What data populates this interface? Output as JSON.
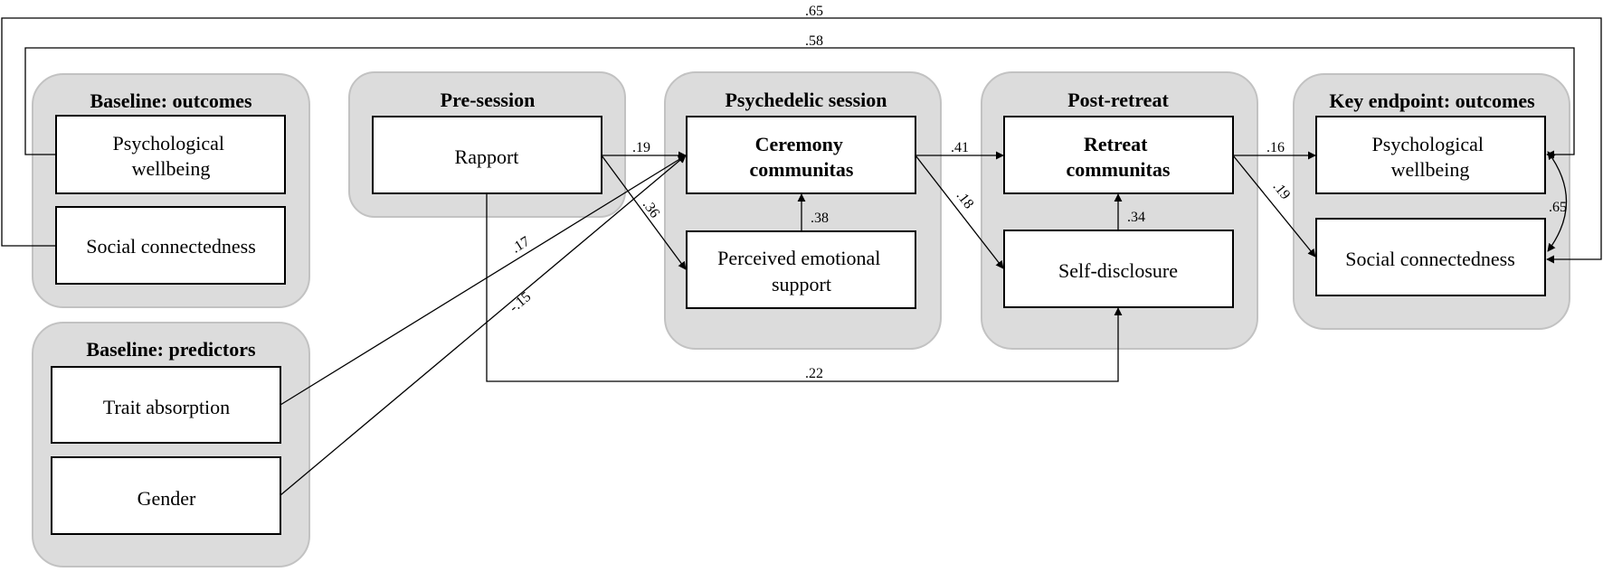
{
  "groups": {
    "baseline_outcomes": "Baseline: outcomes",
    "baseline_predictors": "Baseline: predictors",
    "pre_session": "Pre-session",
    "psychedelic_session": "Psychedelic session",
    "post_retreat": "Post-retreat",
    "key_endpoint": "Key endpoint: outcomes"
  },
  "nodes": {
    "bo_wellbeing": [
      "Psychological",
      "wellbeing"
    ],
    "bo_social": [
      "Social connectedness"
    ],
    "bp_absorption": [
      "Trait absorption"
    ],
    "bp_gender": [
      "Gender"
    ],
    "ps_rapport": [
      "Rapport"
    ],
    "pd_ceremony": [
      "Ceremony",
      "communitas"
    ],
    "pd_support": [
      "Perceived emotional",
      "support"
    ],
    "pr_retreat": [
      "Retreat",
      "communitas"
    ],
    "pr_disclosure": [
      "Self-disclosure"
    ],
    "ke_wellbeing": [
      "Psychological",
      "wellbeing"
    ],
    "ke_social": [
      "Social connectedness"
    ]
  },
  "coefficients": {
    "wellbeing_stability": ".58",
    "social_stability": ".65",
    "rapport_ceremony": ".19",
    "rapport_support": ".36",
    "absorption_ceremony": ".17",
    "gender_ceremony": "-.15",
    "support_ceremony": ".38",
    "ceremony_retreat": ".41",
    "ceremony_disclosure": ".18",
    "rapport_disclosure": ".22",
    "disclosure_retreat": ".34",
    "retreat_wellbeing": ".16",
    "retreat_social": ".19",
    "outcome_covariance": ".65"
  }
}
